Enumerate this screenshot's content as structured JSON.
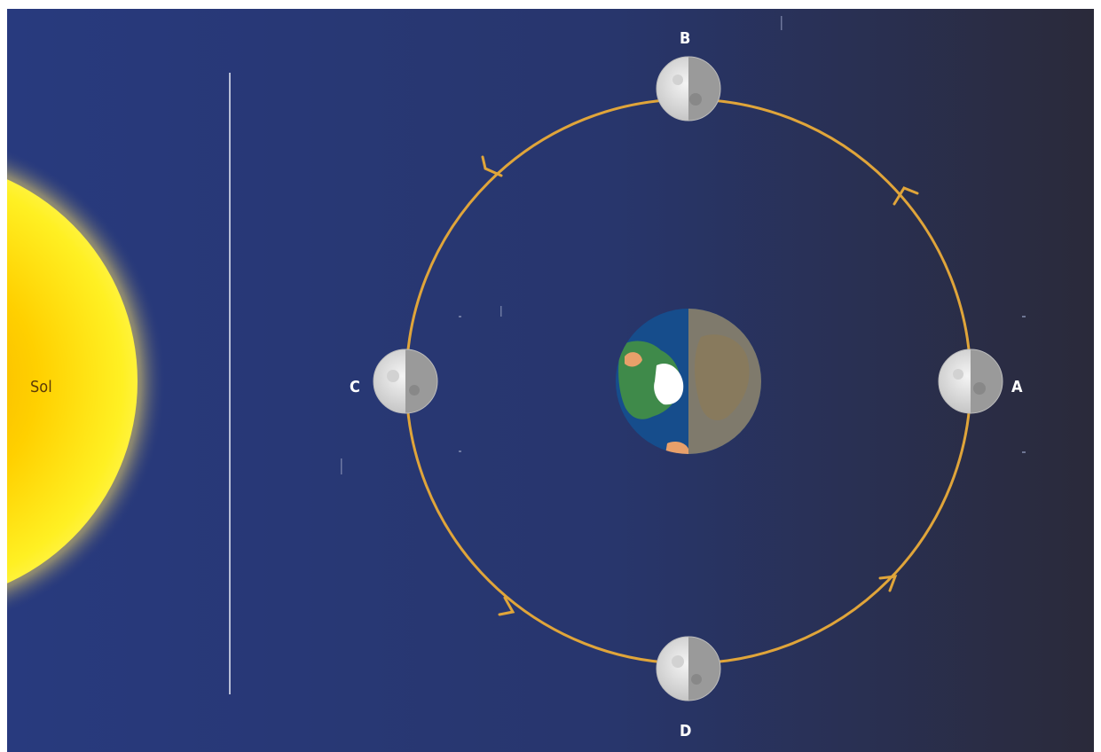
{
  "labels": {
    "sun": "Sol",
    "moon_a": "A",
    "moon_b": "B",
    "moon_c": "C",
    "moon_d": "D"
  },
  "colors": {
    "space_left": "#283a7e",
    "space_right": "#2a2a3a",
    "sun_core": "#f7b300",
    "sun_edge": "#ffe818",
    "orbit": "#e0a53a",
    "ocean": "#164d8c",
    "land": "#3f8a4a",
    "moon_light": "#e8e8e8",
    "moon_dark": "#9a9a9a"
  },
  "icons": {
    "sun": "sun-icon",
    "earth": "earth-icon",
    "moon": "moon-icon",
    "orbit_arrow": "chevron-arrow-icon"
  }
}
